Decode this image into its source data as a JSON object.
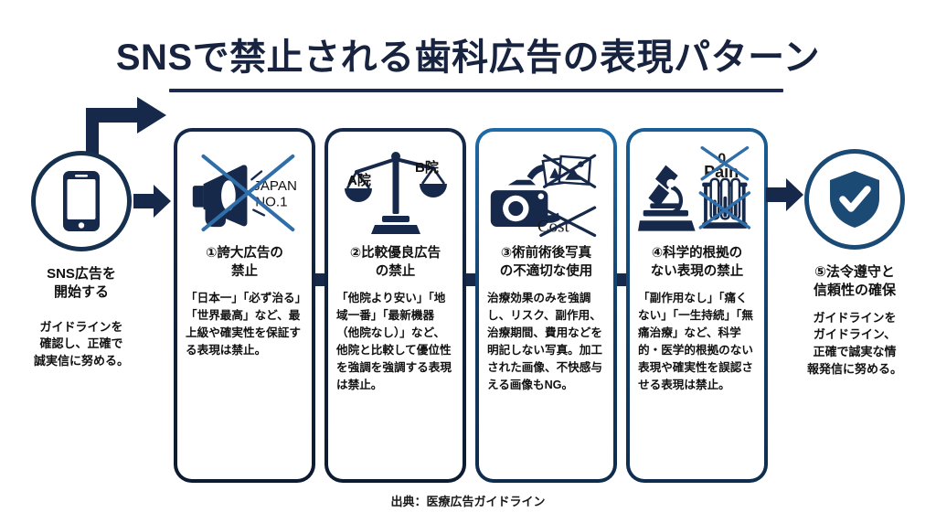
{
  "title": "SNSで禁止される歯科広告の表現パターン",
  "footer": "出典：医療広告ガイドライン",
  "colors": {
    "navy": "#16294a",
    "blue": "#1e6ba8",
    "ink": "#111111",
    "rule": "#1b2a4e"
  },
  "start": {
    "icon": "smartphone-icon",
    "heading": "SNS広告を\n開始する",
    "body": "ガイドラインを\n確認し、正確で\n誠実信に努める。"
  },
  "end": {
    "icon": "shield-check-icon",
    "heading": "⑤法令遵守と\n信頼性の確保",
    "body": "ガイドラインを\nガイドライン、\n正確で誠実な情\n報発信に努める。"
  },
  "cards": [
    {
      "icon": "megaphone-crossed-icon",
      "icon_labels": [
        "JAPAN",
        "NO.1"
      ],
      "title": "①誇大広告の\n禁止",
      "body": "「日本一」「必ず治る」「世界最高」など、最上級や確実性を保証する表現は禁止。"
    },
    {
      "icon": "balance-scale-icon",
      "icon_labels": [
        "A院",
        "B院"
      ],
      "title": "②比較優良広告\nの禁止",
      "body": "「他院より安い」「地域一番」「最新機器　（他院なし）」など、他院と比較して優位性を強調を強調する表現は禁止。"
    },
    {
      "icon": "camera-photos-crossed-icon",
      "icon_labels": [
        "Cost"
      ],
      "title": "③術前術後写真\nの不適切な使用",
      "body": "治療効果のみを強調し、リスク、副作用、治療期間、費用などを明記しない写真。加工された画像、不快感与える画像もNG。"
    },
    {
      "icon": "microscope-testtube-crossed-icon",
      "icon_labels": [
        "0",
        "Pain"
      ],
      "title": "④科学的根拠の\nない表現の禁止",
      "body": "「副作用なし」「痛くない」「一生持続」「無痛治療」など、科学的・医学的根拠のない表現や確実性を誤認させる表現は禁止。"
    }
  ],
  "arrows": [
    {
      "name": "arrow-start-to-card1",
      "kind": "elbow"
    },
    {
      "name": "arrow-circle-to-card1",
      "kind": "straight"
    },
    {
      "name": "arrow-card1-to-card2",
      "kind": "straight"
    },
    {
      "name": "arrow-card2-to-card3",
      "kind": "straight"
    },
    {
      "name": "arrow-card3-to-card4",
      "kind": "straight"
    },
    {
      "name": "arrow-card4-to-end",
      "kind": "straight"
    }
  ]
}
